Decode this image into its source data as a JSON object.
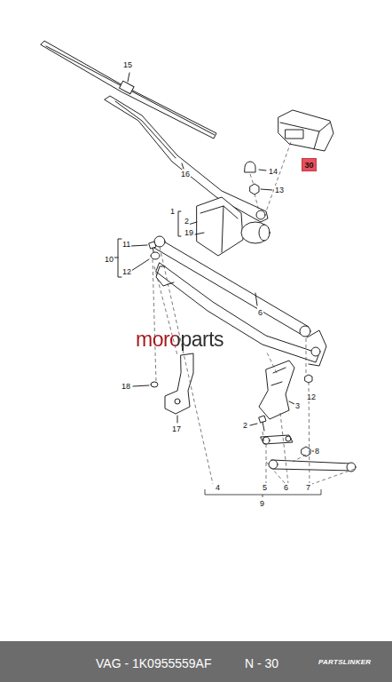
{
  "diagram": {
    "nodes": [
      {
        "text": [
          "30"
        ]
      },
      {
        "text": [
          "VAG - 1K0955559AF",
          "N - 30"
        ]
      }
    ],
    "edges": [],
    "labels": [
      "15",
      "16",
      "14",
      "13",
      "1",
      "2",
      "19",
      "11",
      "10",
      "12",
      "6",
      "moroparts",
      "18",
      "17",
      "12",
      "3",
      "2",
      "8",
      "4",
      "5",
      "6",
      "7",
      "9",
      "PARTSLINKER"
    ]
  }
}
